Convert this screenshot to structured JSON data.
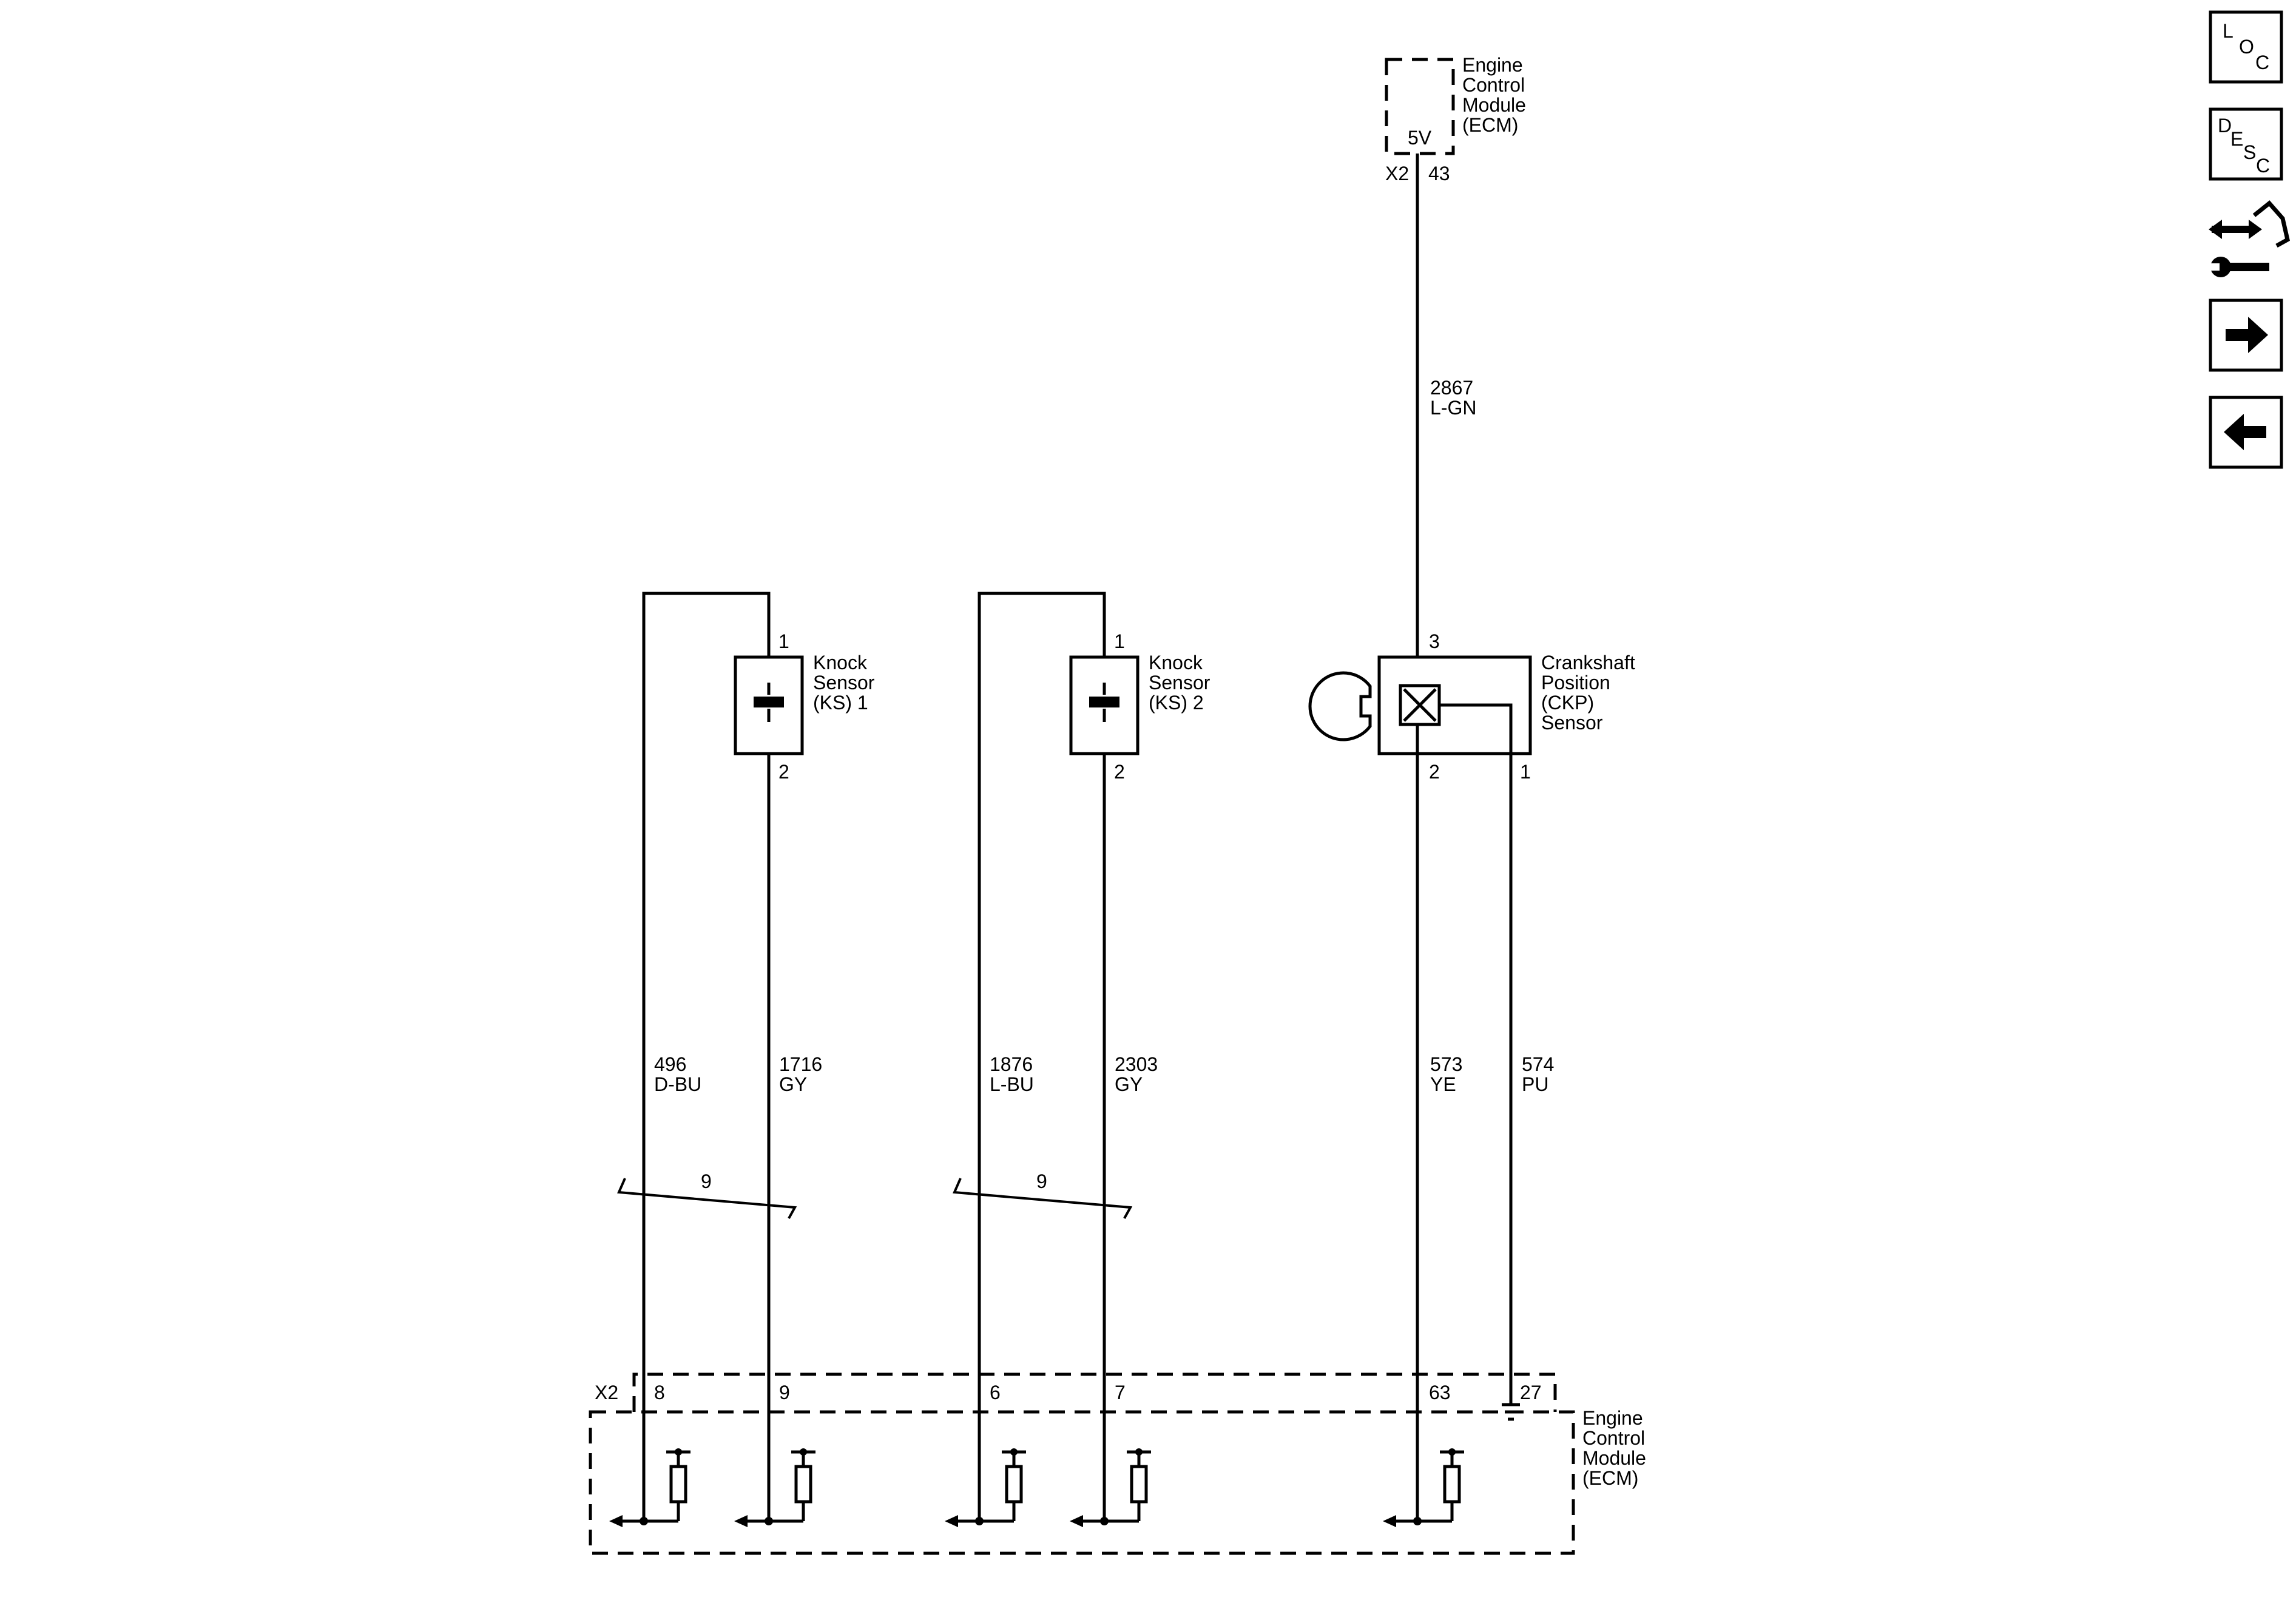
{
  "ecm_top": {
    "label_lines": [
      "Engine",
      "Control",
      "Module",
      "(ECM)"
    ],
    "voltage": "5V",
    "connector": "X2",
    "pin": "43"
  },
  "wire_ckp_supply": {
    "circuit": "2867",
    "color": "L-GN"
  },
  "knock_sensor_1": {
    "label_lines": [
      "Knock",
      "Sensor",
      "(KS) 1"
    ],
    "pin_top": "1",
    "pin_bottom": "2"
  },
  "knock_sensor_2": {
    "label_lines": [
      "Knock",
      "Sensor",
      "(KS) 2"
    ],
    "pin_top": "1",
    "pin_bottom": "2"
  },
  "ckp_sensor": {
    "label_lines": [
      "Crankshaft",
      "Position",
      "(CKP)",
      "Sensor"
    ],
    "pin_top": "3",
    "pin_bottom_left": "2",
    "pin_bottom_right": "1"
  },
  "wires": [
    {
      "circuit": "496",
      "color": "D-BU"
    },
    {
      "circuit": "1716",
      "color": "GY"
    },
    {
      "circuit": "1876",
      "color": "L-BU"
    },
    {
      "circuit": "2303",
      "color": "GY"
    },
    {
      "circuit": "573",
      "color": "YE"
    },
    {
      "circuit": "574",
      "color": "PU"
    }
  ],
  "twisted_pairs": [
    "9",
    "9"
  ],
  "ecm_bottom": {
    "label_lines": [
      "Engine",
      "Control",
      "Module",
      "(ECM)"
    ],
    "connector": "X2",
    "pins": [
      "8",
      "9",
      "6",
      "7",
      "63",
      "27"
    ]
  },
  "nav": {
    "loc_letters": [
      "L",
      "O",
      "C"
    ],
    "desc_letters": [
      "D",
      "E",
      "S",
      "C"
    ]
  }
}
